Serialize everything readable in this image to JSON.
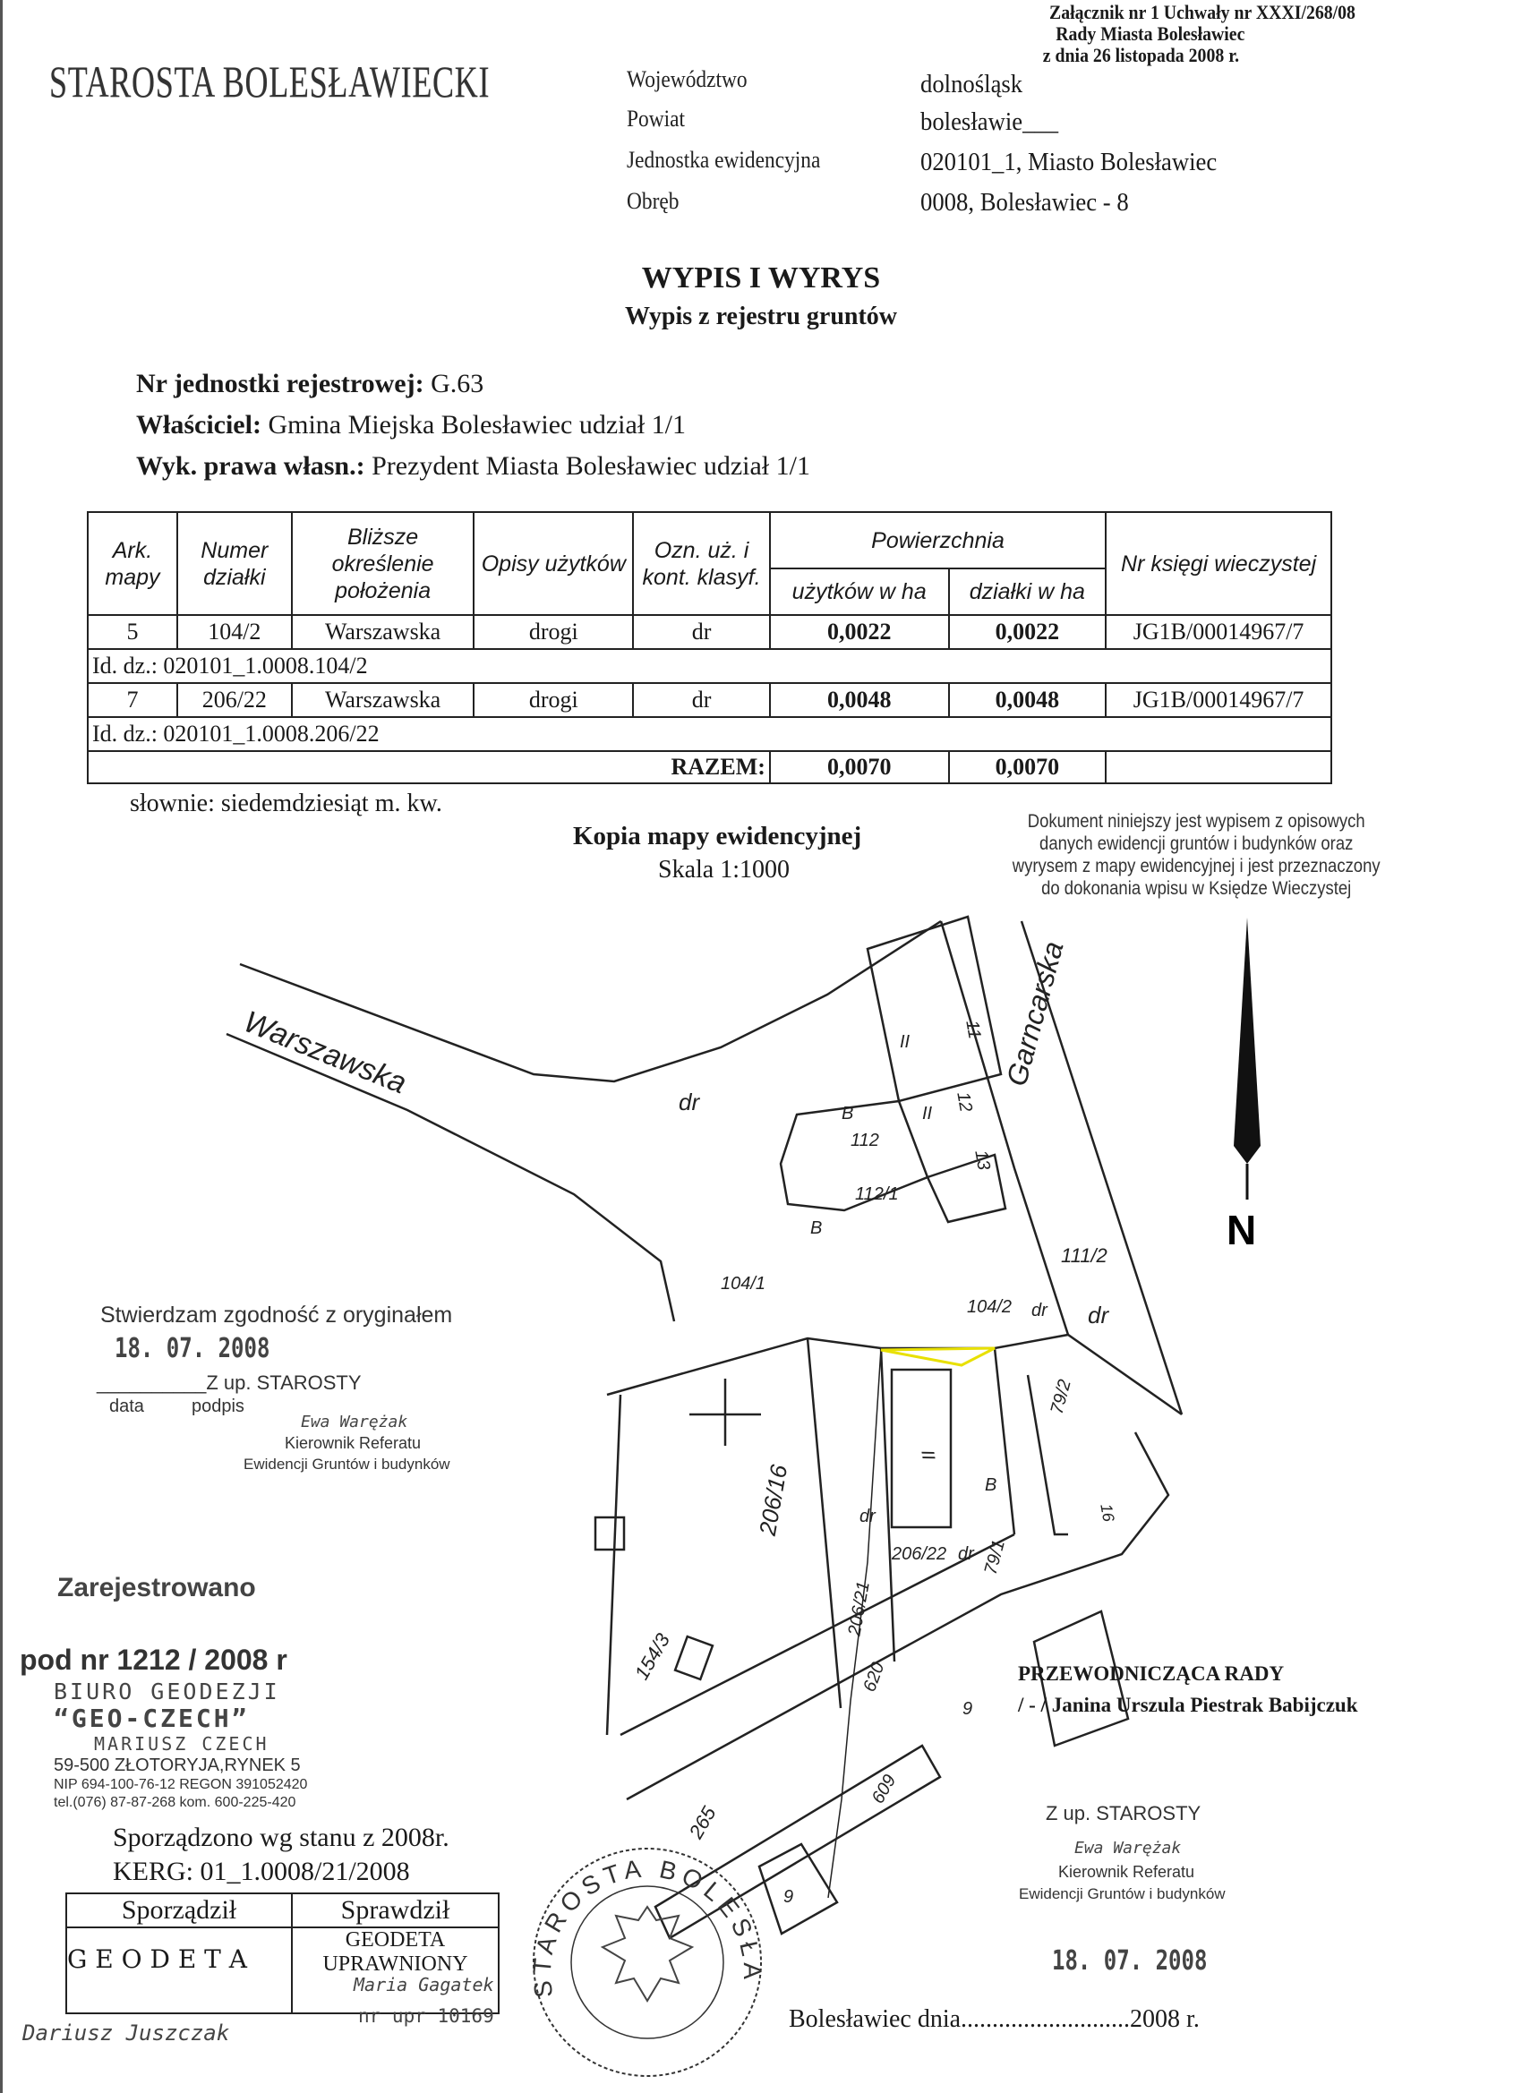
{
  "annex": {
    "line1": "Załącznik nr 1 Uchwały nr XXXI/268/08",
    "line2": "Rady Miasta Bolesławiec",
    "line3": "z dnia 26 listopada 2008 r."
  },
  "header_stamp": "STAROSTA BOLESŁAWIECKI",
  "location": [
    {
      "label": "Województwo",
      "value": "dolnośląsk"
    },
    {
      "label": "Powiat",
      "value": "bolesławie___"
    },
    {
      "label": "Jednostka ewidencyjna",
      "value": "020101_1, Miasto Bolesławiec"
    },
    {
      "label": "Obręb",
      "value": "0008, Bolesławiec - 8"
    }
  ],
  "title": "WYPIS I WYRYS",
  "subtitle": "Wypis z rejestru gruntów",
  "unit": {
    "nr_label": "Nr jednostki rejestrowej:",
    "nr": "G.63",
    "owner_label": "Właściciel:",
    "owner": "Gmina Miejska Bolesławiec udział 1/1",
    "rights_label": "Wyk. prawa własn.:",
    "rights": "Prezydent Miasta Bolesławiec udział 1/1"
  },
  "table": {
    "headers": {
      "ark": "Ark. mapy",
      "numer": "Numer działki",
      "blizsze": "Bliższe określenie położenia",
      "opisy": "Opisy użytków",
      "ozn": "Ozn. uż. i kont. klasyf.",
      "powierzchnia": "Powierzchnia",
      "uzytkow": "użytków w ha",
      "dzialki": "działki w ha",
      "ksiega": "Nr księgi wieczystej"
    },
    "rows": [
      {
        "ark": "5",
        "numer": "104/2",
        "polozenie": "Warszawska",
        "opis": "drogi",
        "ozn": "dr",
        "uzytkow": "0,0022",
        "dzialki": "0,0022",
        "ksiega": "JG1B/00014967/7",
        "id": "Id. dz.: 020101_1.0008.104/2"
      },
      {
        "ark": "7",
        "numer": "206/22",
        "polozenie": "Warszawska",
        "opis": "drogi",
        "ozn": "dr",
        "uzytkow": "0,0048",
        "dzialki": "0,0048",
        "ksiega": "JG1B/00014967/7",
        "id": "Id. dz.: 020101_1.0008.206/22"
      }
    ],
    "total_label": "RAZEM:",
    "total_uzytkow": "0,0070",
    "total_dzialki": "0,0070"
  },
  "slownie": "słownie: siedemdziesiąt m. kw.",
  "map_title": "Kopia mapy ewidencyjnej",
  "scale": "Skala 1:1000",
  "notice": [
    "Dokument niniejszy jest wypisem z opisowych",
    "danych ewidencji gruntów i budynków oraz",
    "wyrysem z mapy ewidencyjnej i jest przeznaczony",
    "do dokonania wpisu w Księdze Wieczystej"
  ],
  "north": "N",
  "map": {
    "labels": [
      "Warszawska",
      "dr",
      "Garncarska",
      "104/1",
      "111/2",
      "dr",
      "104/2",
      "dr",
      "206/16",
      "206/22",
      "dr",
      "79/1",
      "79/2",
      "206/21",
      "154/3",
      "620",
      "609",
      "265",
      "112/1",
      "112",
      "B",
      "II",
      "II",
      "11",
      "12",
      "13",
      "B",
      "II",
      "16",
      "9",
      "9",
      "dr",
      "B"
    ]
  },
  "certify": {
    "text": "Stwierdzam zgodność z oryginałem",
    "date": "18. 07. 2008",
    "line": "__________Z up. STAROSTY",
    "data": "data",
    "podpis": "podpis",
    "name": "Ewa Warężak",
    "role": "Kierownik Referatu",
    "dept": "Ewidencji Gruntów i budynków"
  },
  "registered": {
    "label": "Zarejestrowano",
    "nr": "pod nr 1212 / 2008 r"
  },
  "office": {
    "l1": "BIURO GEODEZJI",
    "l2": "“GEO-CZECH”",
    "l3": "MARIUSZ CZECH",
    "l4": "59-500 ZŁOTORYJA,RYNEK 5",
    "l5": "NIP 694-100-76-12  REGON 391052420",
    "l6": "tel.(076) 87-87-268    kom. 600-225-420"
  },
  "prepared": {
    "state": "Sporządzono wg stanu z 2008r.",
    "kerg": "KERG: 01_1.0008/21/2008",
    "col1": "Sporządził",
    "col2": "Sprawdził",
    "geodeta": "G E O D E T A",
    "uprawniony": "GEODETA UPRAWNIONY",
    "checker": "Maria Gagatek",
    "license": "nr upr 10169",
    "preparer": "Dariusz Juszczak"
  },
  "council": {
    "title": "PRZEWODNICZĄCA RADY",
    "name": "/ - / Janina Urszula Piestrak Babijczuk"
  },
  "starosta2": {
    "line": "Z up. STAROSTY",
    "name": "Ewa Warężak",
    "role": "Kierownik Referatu",
    "dept": "Ewidencji Gruntów i budynków",
    "date": "18. 07. 2008"
  },
  "seal": "STAROSTA BOLESŁAWIECKI",
  "place_date": "Bolesławiec dnia...........................2008 r.",
  "colors": {
    "ink": "#1a1a1a",
    "highlight": "#e8e000"
  }
}
